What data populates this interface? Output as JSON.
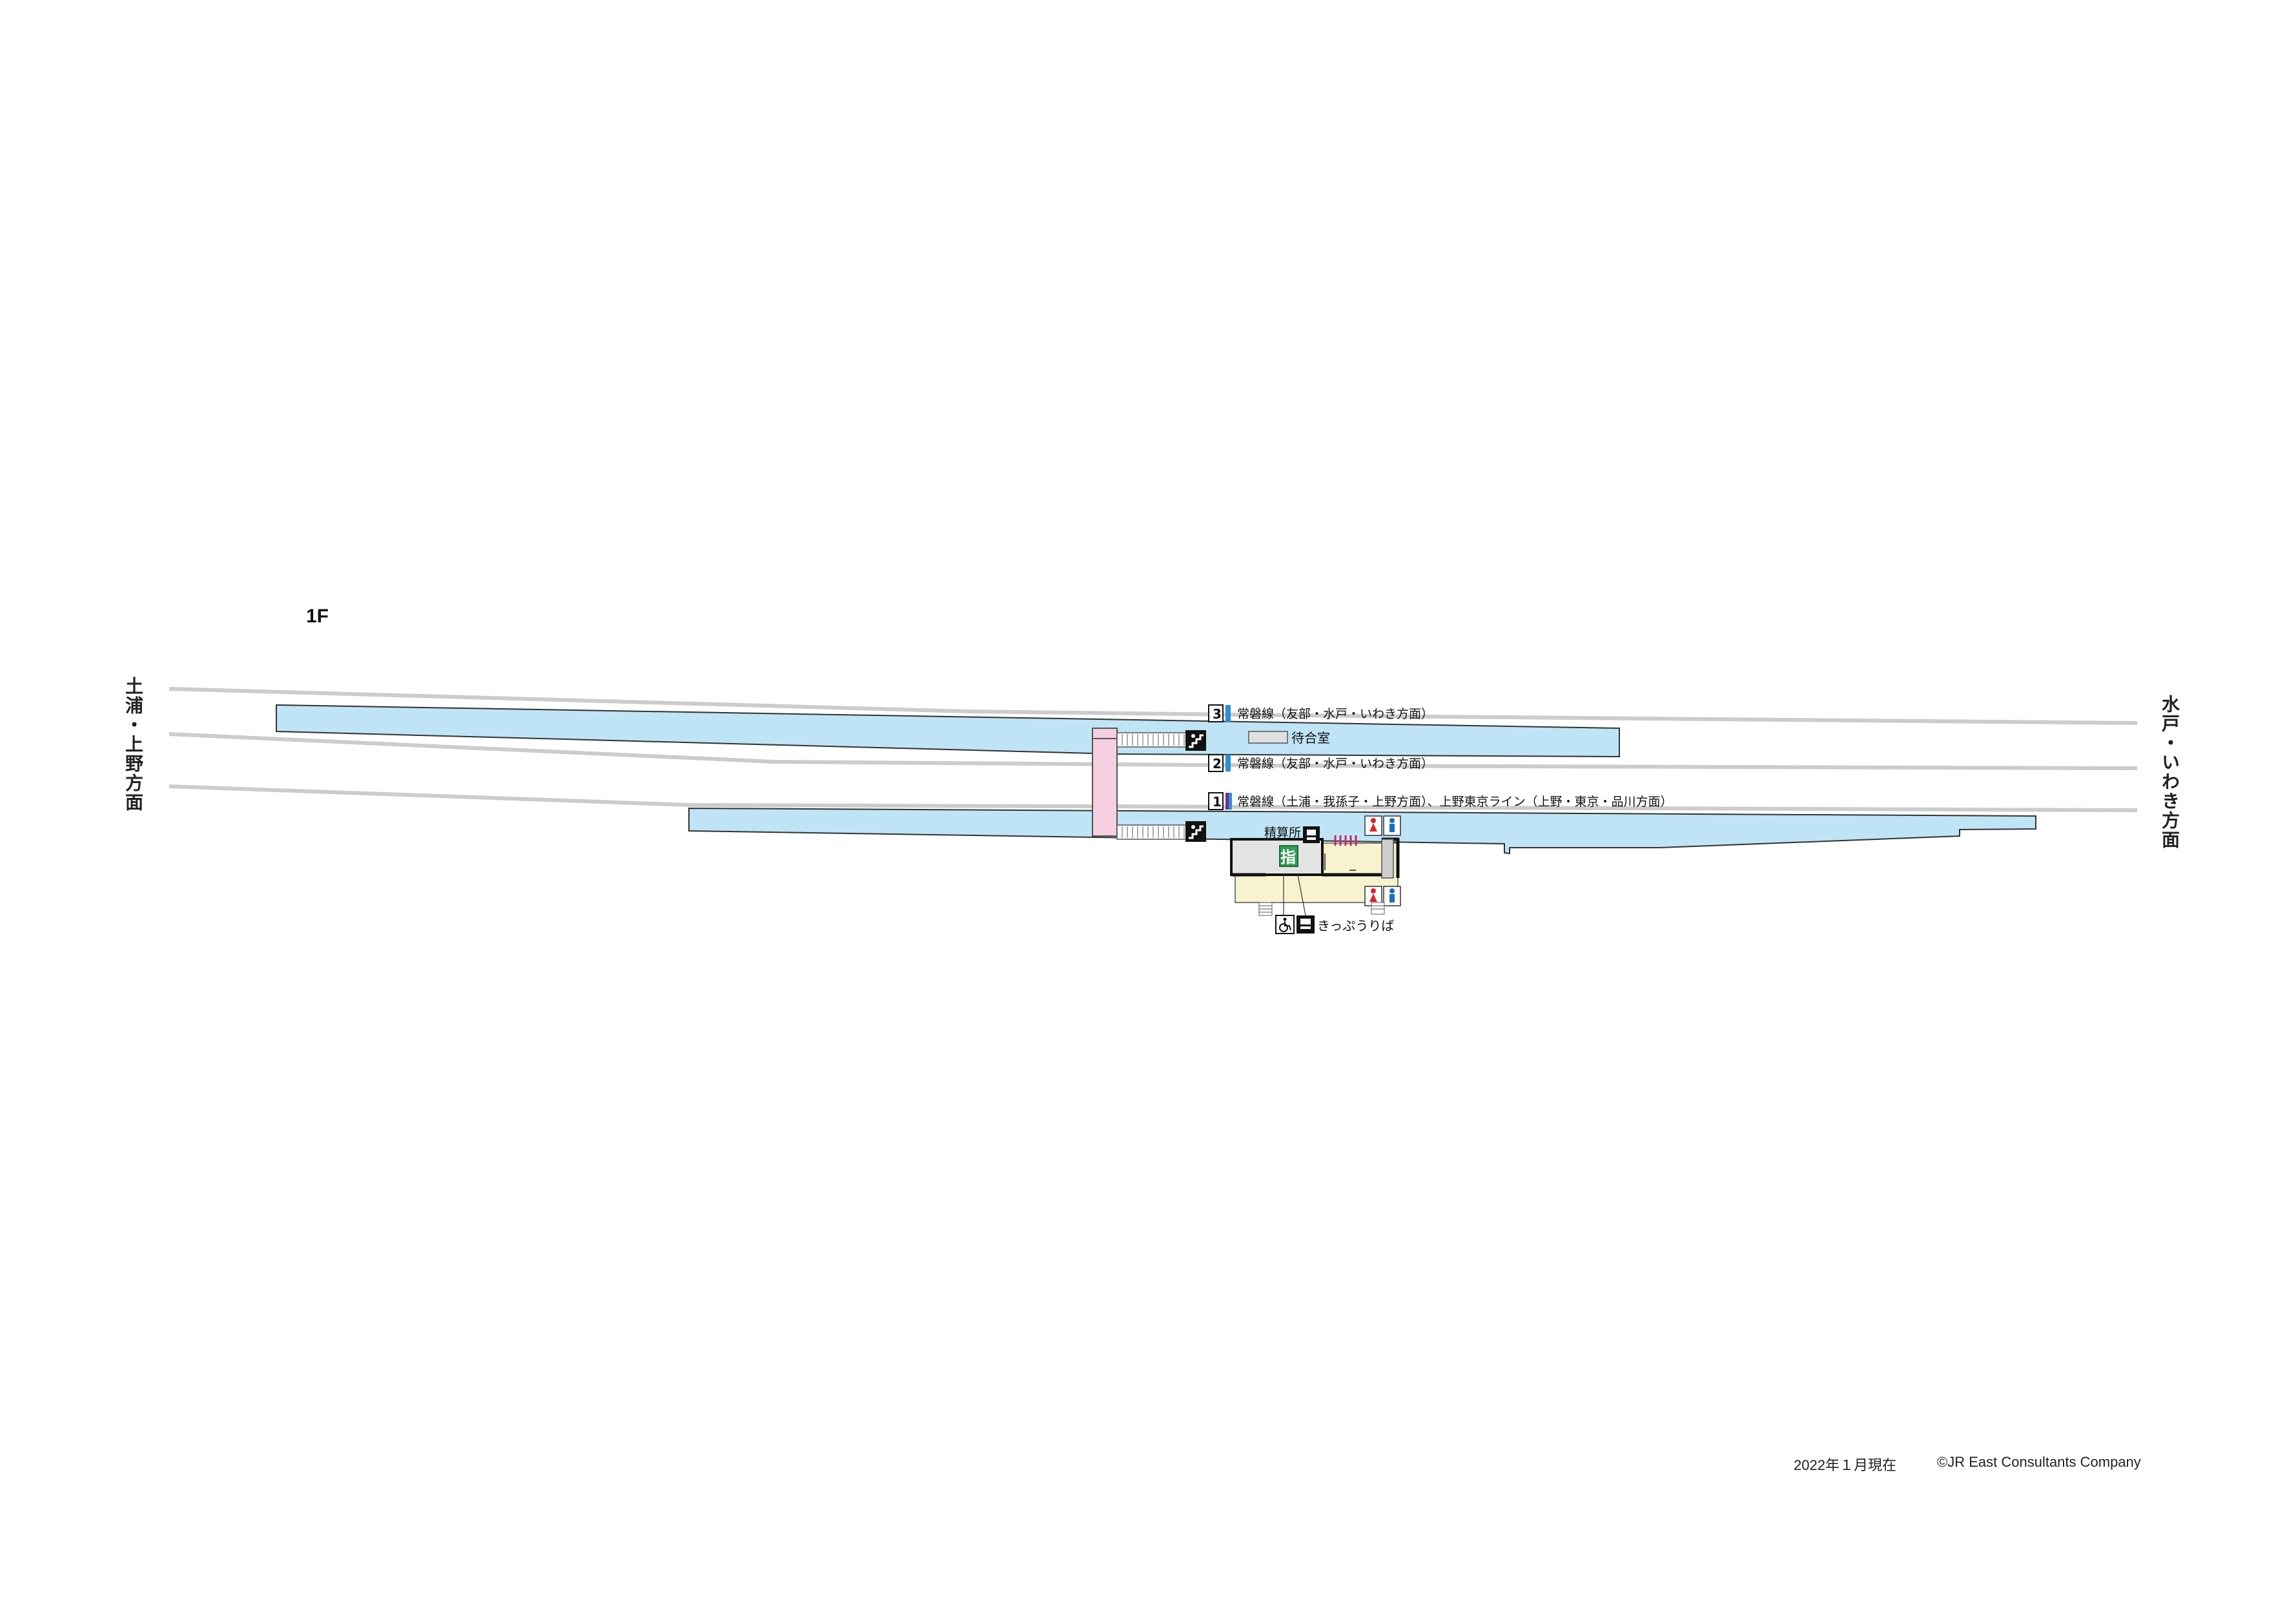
{
  "floor_label": "1F",
  "direction_left": "土浦・上野方面",
  "direction_right": "水戸・いわき方面",
  "platforms": [
    {
      "number": "3",
      "label": "常磐線（友部・水戸・いわき方面）",
      "line_color": "#2a8fd8"
    },
    {
      "number": "2",
      "label": "常磐線（友部・水戸・いわき方面）",
      "line_color": "#2a8fd8"
    },
    {
      "number": "1",
      "label": "常磐線（土浦・我孫子・上野方面）、上野東京ライン（上野・東京・品川方面）",
      "line_color": "#7a2a8f",
      "line_color_2": "#2a8fd8"
    }
  ],
  "facilities": {
    "waiting_room": "待合室",
    "fare_adjustment": "精算所",
    "ticket_office_symbol": "指",
    "ticket_counter": "きっぷうりば"
  },
  "icons": {
    "stairs": "stairs-icon",
    "toilet_women": "toilet-women-icon",
    "toilet_men": "toilet-men-icon",
    "wheelchair": "wheelchair-icon",
    "ticket_machine": "ticket-machine-icon"
  },
  "colors": {
    "platform": "#bfe4f6",
    "overpass": "#f6cfe0",
    "concourse": "#f7f3cf",
    "track": "#cccccc",
    "ticket_office": "#2f9e55",
    "women": "#d8262e",
    "men": "#1c6fc0"
  },
  "footer": {
    "date": "2022年１月現在",
    "copyright": "©JR East Consultants Company"
  }
}
